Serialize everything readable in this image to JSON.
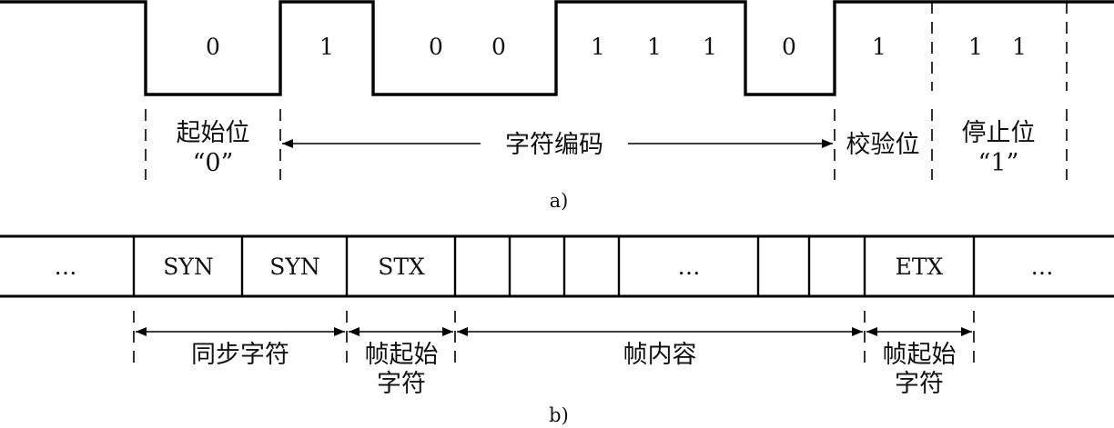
{
  "part_a": {
    "bits": [
      "0",
      "1",
      "0",
      "0",
      "1",
      "1",
      "1",
      "0",
      "1",
      "1",
      "1"
    ],
    "start_bit": {
      "line1": "起始位",
      "line2": "“0”"
    },
    "char_code": "字符编码",
    "parity_bit": "校验位",
    "stop_bit": {
      "line1": "停止位",
      "line2": "“1”"
    },
    "caption": "a)"
  },
  "part_b": {
    "cells": [
      "…",
      "SYN",
      "SYN",
      "STX",
      "",
      "",
      "",
      "…",
      "",
      "",
      "ETX",
      "…"
    ],
    "sync_chars": "同步字符",
    "frame_start": {
      "line1": "帧起始",
      "line2": "字符"
    },
    "frame_content": "帧内容",
    "frame_end": {
      "line1": "帧起始",
      "line2": "字符"
    },
    "caption": "b)"
  }
}
